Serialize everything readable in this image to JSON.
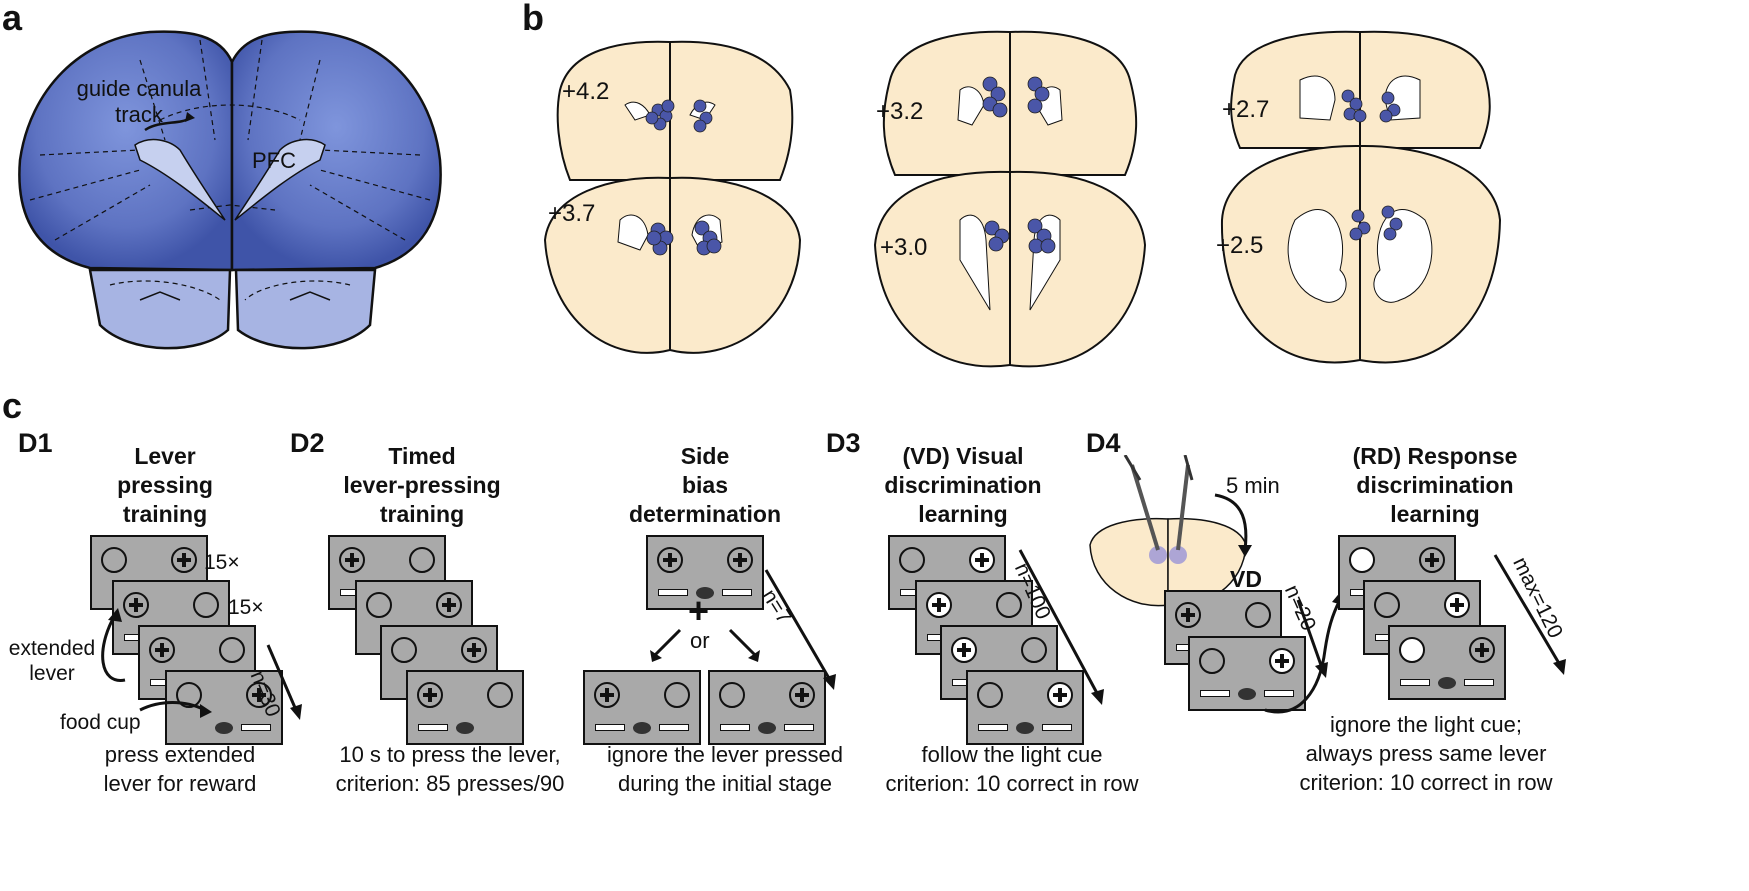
{
  "panels": {
    "a": "a",
    "b": "b",
    "c": "c"
  },
  "panel_a": {
    "guide_label": "guide canula\ntrack",
    "region_label": "PFC"
  },
  "panel_b": {
    "levels": [
      "+4.2",
      "+3.7",
      "+3.2",
      "+3.0",
      "+2.7",
      "+2.5"
    ]
  },
  "panel_c": {
    "d1": {
      "tag": "D1",
      "title": "Lever\npressing\ntraining",
      "rep1": "15×",
      "rep2": "15×",
      "extended_lever": "extended\nlever",
      "food_cup": "food cup",
      "n": "n=30",
      "caption": "press extended\nlever for reward"
    },
    "d2": {
      "tag": "D2",
      "title": "Timed\nlever-pressing\ntraining",
      "caption": "10 s to press the lever,\ncriterion: 85 presses/90"
    },
    "side": {
      "title": "Side\nbias\ndetermination",
      "or": "or",
      "n": "n=7",
      "caption": "ignore the lever pressed\nduring the initial stage"
    },
    "d3": {
      "tag": "D3",
      "title": "(VD) Visual\ndiscrimination\nlearning",
      "n": "n=100",
      "caption": "follow the light cue\ncriterion: 10 correct in row"
    },
    "d4": {
      "tag": "D4",
      "time": "5 min",
      "vd": "VD",
      "n": "n=20"
    },
    "rd": {
      "title": "(RD) Response\ndiscrimination\nlearning",
      "n": "max=120",
      "caption": "ignore the light cue;\nalways press same lever\ncriterion: 10 correct in row"
    }
  },
  "colors": {
    "tissue_bg": "#5a70bf",
    "atlas_bg": "#fbeacb",
    "dot": "#4a56a8",
    "box": "#a9a9a9"
  }
}
